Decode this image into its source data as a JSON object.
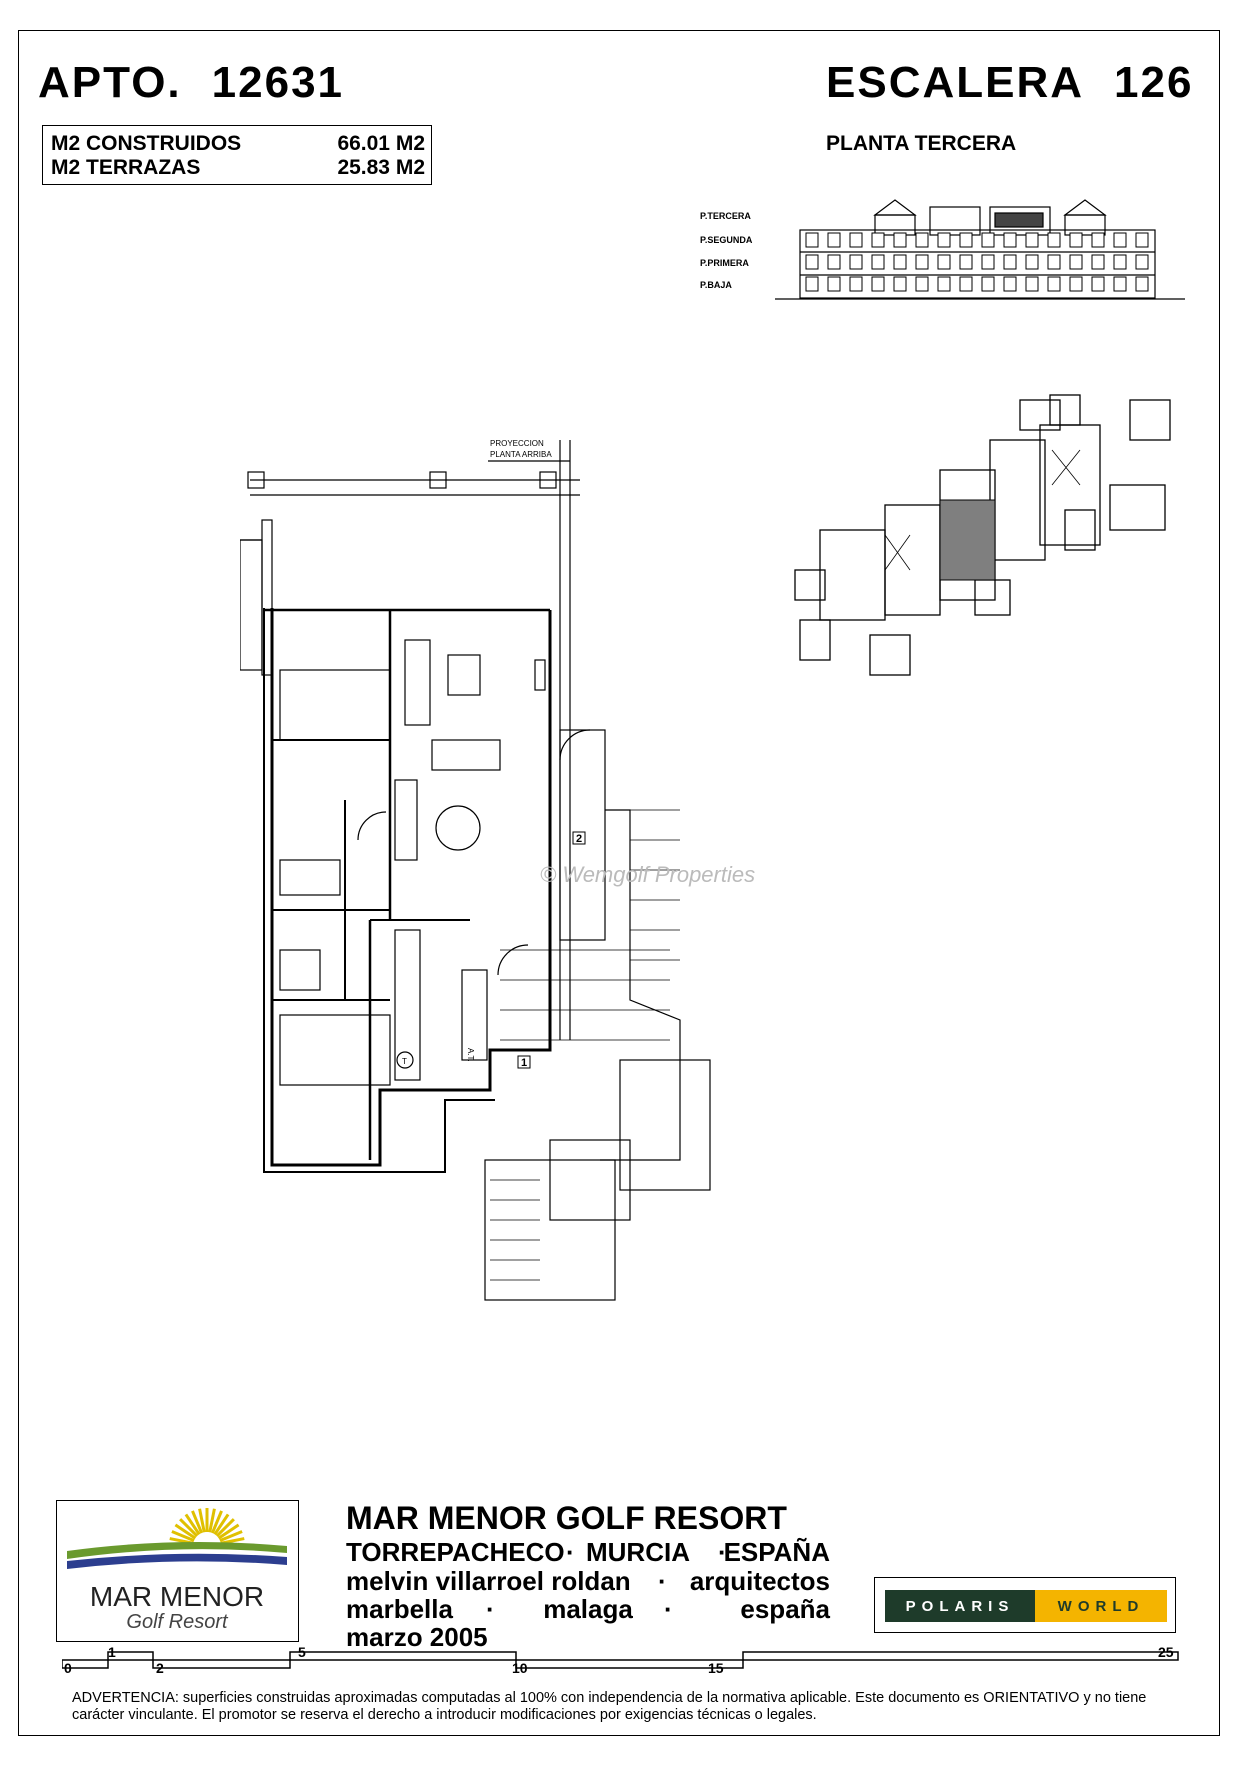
{
  "header": {
    "apto_label": "APTO.",
    "apto_number": "12631",
    "escalera_label": "ESCALERA",
    "escalera_number": "126",
    "planta": "PLANTA TERCERA"
  },
  "areas": [
    {
      "label": "M2 CONSTRUIDOS",
      "value": "66.01 M2"
    },
    {
      "label": "M2 TERRAZAS",
      "value": "25.83 M2"
    }
  ],
  "facade_floors": [
    "P.TERCERA",
    "P.SEGUNDA",
    "P.PRIMERA",
    "P.BAJA"
  ],
  "plan_labels": {
    "projection_line1": "PROYECCION",
    "projection_line2": "PLANTA  ARRIBA",
    "marker1": "1",
    "marker2": "2",
    "water_heater": "T",
    "at": "A.T."
  },
  "logo": {
    "line1": "MAR MENOR",
    "line2": "Golf Resort"
  },
  "title_block": {
    "resort": "MAR MENOR GOLF RESORT",
    "location": [
      "TORREPACHECO",
      "MURCIA",
      "ESPAÑA"
    ],
    "architects": [
      "melvin villarroel roldan",
      "arquitectos"
    ],
    "offices": [
      "marbella",
      "malaga",
      "españa"
    ],
    "date": "marzo 2005",
    "separator": "·"
  },
  "polaris": {
    "left": "POLARIS",
    "right": "WORLD"
  },
  "scale_ticks": [
    "0",
    "1",
    "2",
    "5",
    "10",
    "15",
    "25"
  ],
  "warning": "ADVERTENCIA: superficies construidas aproximadas computadas al 100% con independencia de la normativa aplicable. Este documento es ORIENTATIVO y no tiene carácter vinculante. El promotor se reserva el derecho a introducir modificaciones por exigencias técnicas o legales.",
  "watermark": "© Wemgolf Properties"
}
